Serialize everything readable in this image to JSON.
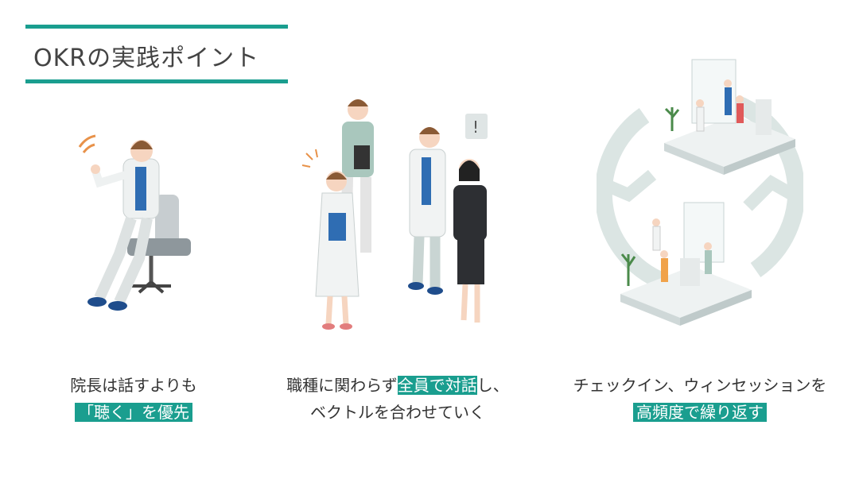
{
  "title": "OKRの実践ポイント",
  "points": [
    {
      "line1": "院長は話すよりも",
      "highlight": "「聴く」を優先"
    },
    {
      "line1_pre": "職種に関わらず",
      "line1_highlight": "全員で対話",
      "line1_post": "し、",
      "line2": "ベクトルを合わせていく"
    },
    {
      "line1": "チェックイン、ウィンセッションを",
      "highlight": "高頻度で繰り返す"
    }
  ],
  "colors": {
    "accent": "#1a9e8f",
    "text": "#333333"
  }
}
